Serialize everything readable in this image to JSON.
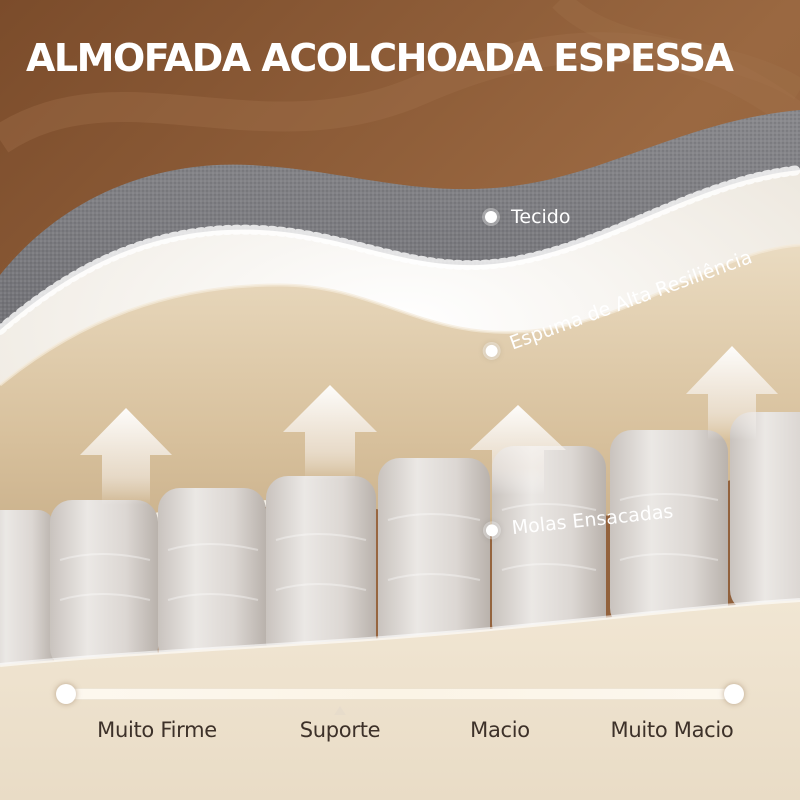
{
  "title": "ALMOFADA ACOLCHOADA ESPESSA",
  "layers": {
    "fabric": "Tecido",
    "foam": "Espuma de Alta Resiliência",
    "springs": "Molas Ensacadas"
  },
  "scale": {
    "labels": [
      "Muito Firme",
      "Suporte",
      "Macio",
      "Muito Macio"
    ]
  },
  "colors": {
    "background": "#8a5a36",
    "fabric": "#6f6f73",
    "wool": "#f7f4ee",
    "foam": "#d9c3a0",
    "springs": "#d8d3cf",
    "base": "#efe3cf"
  },
  "icons": [
    "arrow-up-icon",
    "dot-icon"
  ]
}
